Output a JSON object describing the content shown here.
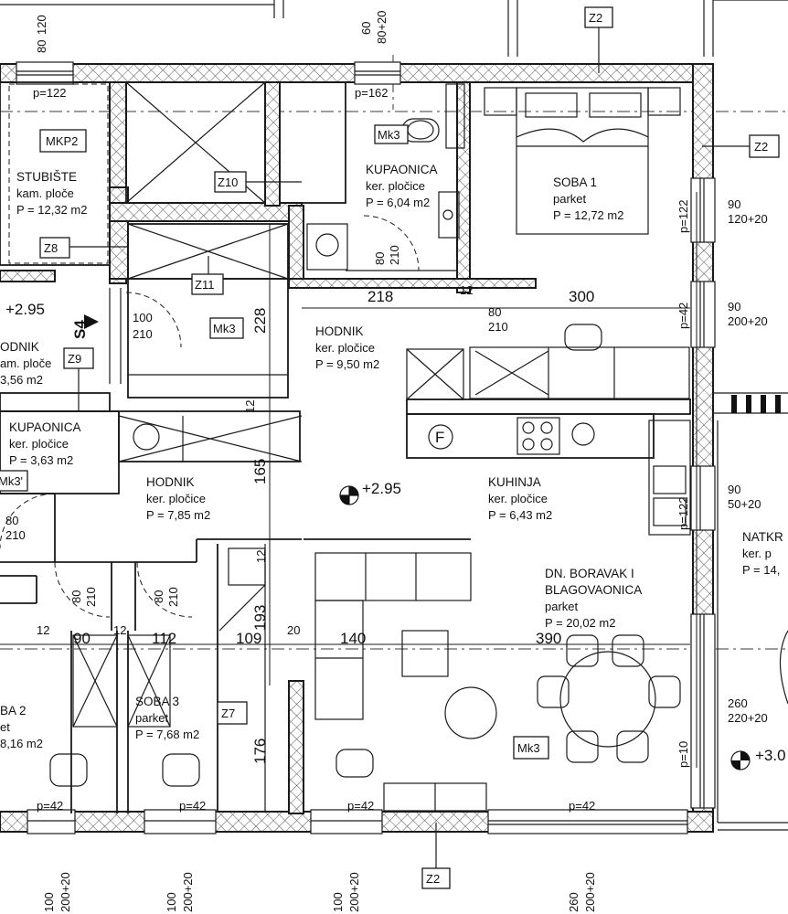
{
  "rooms": {
    "stubiste": {
      "tag": "MKP2",
      "name": "STUBIŠTE",
      "floor": "kam. ploče",
      "area": "P = 12,32 m2",
      "p": "p=122"
    },
    "kupaonica1": {
      "name": "KUPAONICA",
      "floor": "ker. pločice",
      "area": "P = 6,04 m2",
      "p": "p=162",
      "tag": "Mk3"
    },
    "soba1": {
      "name": "SOBA 1",
      "floor": "parket",
      "area": "P = 12,72 m2"
    },
    "hodnik1": {
      "name": "HODNIK",
      "floor": "ker. pločice",
      "area": "P = 9,50 m2",
      "tag": "Mk3"
    },
    "hodnik_left": {
      "name": "ODNIK",
      "floor": "am. ploče",
      "area": "3,56 m2"
    },
    "kupaonica2": {
      "name": "KUPAONICA",
      "floor": "ker. pločice",
      "area": "P = 3,63 m2",
      "tag": "Mk3'"
    },
    "hodnik2": {
      "name": "HODNIK",
      "floor": "ker. pločice",
      "area": "P = 7,85 m2"
    },
    "kuhinja": {
      "name": "KUHINJA",
      "floor": "ker. pločice",
      "area": "P = 6,43 m2"
    },
    "boravak": {
      "name_1": "DN. BORAVAK I",
      "name_2": "BLAGOVAONICA",
      "floor": "parket",
      "area": "P = 20,02 m2",
      "tag": "Mk3"
    },
    "soba2": {
      "name": "BA 2",
      "floor": "et",
      "area": "8,16 m2"
    },
    "soba3": {
      "name": "SOBA 3",
      "floor": "parket",
      "area": "P = 7,68 m2"
    },
    "natkr": {
      "name": "NATKR",
      "floor": "ker. p",
      "area": "P = 14,"
    }
  },
  "tags": {
    "z2": "Z2",
    "z8": "Z8",
    "z9": "Z9",
    "z10": "Z10",
    "z11": "Z11",
    "z7": "Z7",
    "s4": "S4"
  },
  "levels": {
    "main": "+2.95",
    "left": "+2.95",
    "right": "+3.0"
  },
  "dims": {
    "d120": "120",
    "d80": "80",
    "d60": "60",
    "d80_20": "80+20",
    "d218": "218",
    "d300": "300",
    "d12a": "12",
    "d12b": "12",
    "d12c": "12",
    "d12d": "12",
    "d228": "228",
    "d165": "165",
    "d193": "193",
    "d176": "176",
    "d90": "90",
    "d112": "112",
    "d109": "109",
    "d20": "20",
    "d140": "140",
    "d390": "390",
    "d100": "100",
    "d210": "210",
    "d80b": "80",
    "d210b": "210",
    "d80c": "80",
    "d210c": "210",
    "d80d": "80",
    "d210d": "210",
    "d80e": "80",
    "d210e": "210",
    "d80f": "80",
    "d210f": "210",
    "p42a": "p=42",
    "p42b": "p=42",
    "p42c": "p=42",
    "p42d": "p=42",
    "p42v": "p=42",
    "p10": "p=10",
    "p122": "p=122",
    "p122b": "p=122",
    "w1a": "90",
    "w1b": "120+20",
    "w2a": "90",
    "w2b": "200+20",
    "w3a": "90",
    "w3b": "50+20",
    "w4a": "260",
    "w4b": "220+20",
    "b1a": "100",
    "b1b": "200+20",
    "b2a": "100",
    "b2b": "200+20",
    "b3a": "100",
    "b3b": "200+20",
    "b4a": "260",
    "b4b": "200+20",
    "f_label": "F"
  }
}
